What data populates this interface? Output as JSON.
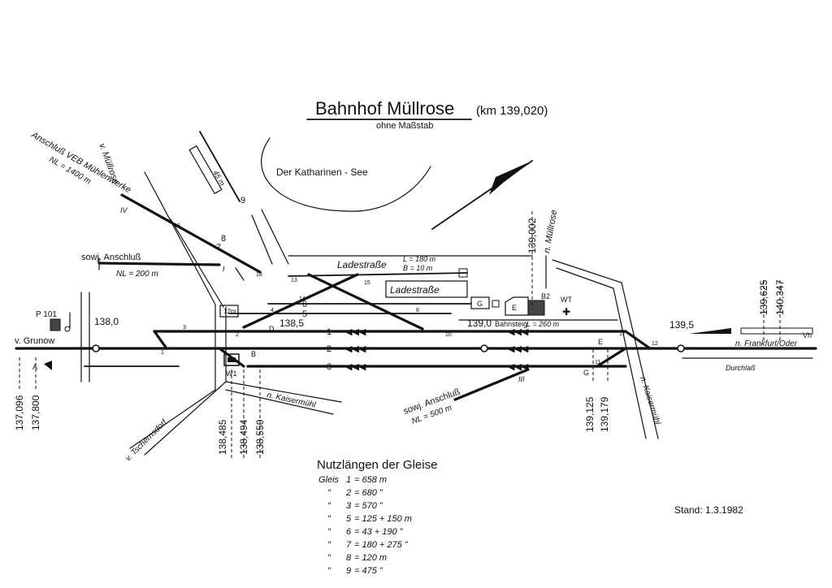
{
  "title": "Bahnhof Müllrose",
  "km": "(km 139,020)",
  "subtitle": "ohne Maßstab",
  "lake": "Der Katharinen - See",
  "directions": {
    "muellrose_upper": "v. Müllrose",
    "muellrose_right": "n. Müllrose",
    "grunow": "v. Grunow",
    "tschernsdorf": "v. Tschernsdorf",
    "kaisermuehl_lower": "n. Kaisermühl",
    "kaisermuehl_right": "n. Kaisermühl",
    "frankfurt": "n. Frankfurt/Oder"
  },
  "sidings": {
    "veb_title": "Anschluß VEB Mühlenwerke",
    "veb_nl": "NL = 1400 m",
    "veb_mark": "IV",
    "sowj_upper_title": "sowj. Anschluß",
    "sowj_upper_nl": "NL = 200 m",
    "sowj_lower_title": "sowj. Anschluß",
    "sowj_lower_nl": "NL = 500 m",
    "siding_45m": "45 m",
    "i_mark": "I",
    "iii_mark": "III"
  },
  "ladestrasse": {
    "label1": "Ladestraße",
    "length": "L = 180 m",
    "width": "B = 10 m",
    "label2": "Ladestraße"
  },
  "platform": {
    "km": "139,0",
    "label": "Bahnsteig",
    "length": "L = 260 m"
  },
  "kilometres": {
    "k1380": "138,0",
    "k1385": "138,5",
    "k1395": "139,5",
    "k137096": "137,096",
    "k137800": "137,800",
    "k138485": "138,485",
    "k138494": "138,494",
    "k138550": "138,550",
    "k139002": "139,002",
    "k139125": "139,125",
    "k139179": "139,179",
    "k139625": "139,625",
    "k140347": "140,347"
  },
  "track_numbers": [
    "1",
    "2",
    "3",
    "5",
    "6",
    "7",
    "8",
    "9"
  ],
  "switch_numbers": [
    "1",
    "2",
    "3",
    "4",
    "8",
    "10",
    "11",
    "12",
    "13",
    "14",
    "15",
    "17",
    "18",
    "19"
  ],
  "building_labels": {
    "e": "E",
    "b2": "B2",
    "wt": "WT",
    "g": "G",
    "b": "B",
    "w1": "W1",
    "d": "D",
    "b12m": "12m",
    "e_east": "E",
    "g_east": "G",
    "p101": "P 101",
    "a": "A",
    "durchlass": "Durchlaß",
    "vh": "Vh"
  },
  "nutzlaengen": {
    "title": "Nutzlängen der Gleise",
    "prefix": "Gleis",
    "rows": [
      {
        "gleis": "1",
        "length": "= 658 m"
      },
      {
        "gleis": "2",
        "length": "= 680 \""
      },
      {
        "gleis": "3",
        "length": "= 570 \""
      },
      {
        "gleis": "5",
        "length": "= 125 + 150 m"
      },
      {
        "gleis": "6",
        "length": "= 43 + 190 \""
      },
      {
        "gleis": "7",
        "length": "= 180 + 275 \""
      },
      {
        "gleis": "8",
        "length": "= 120 m"
      },
      {
        "gleis": "9",
        "length": "= 475 \""
      }
    ]
  },
  "stand": "Stand: 1.3.1982"
}
